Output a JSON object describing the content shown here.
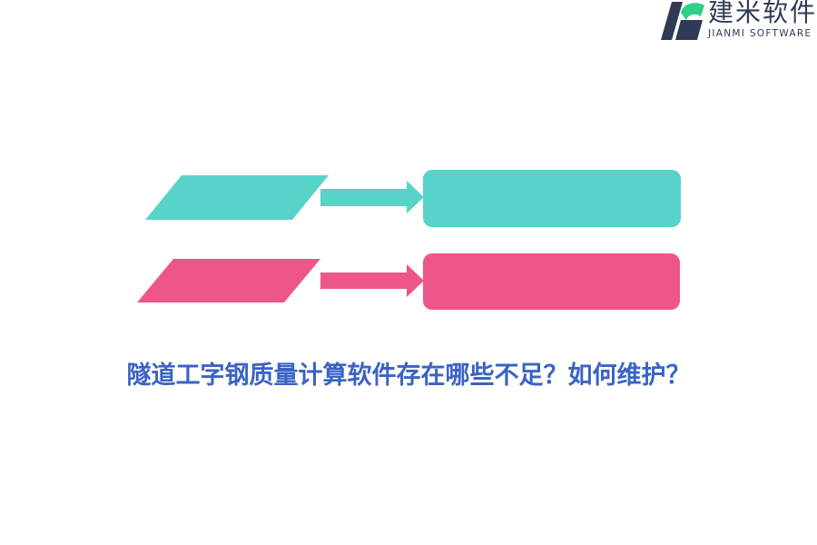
{
  "logo": {
    "name_cn": "建米软件",
    "name_en": "JIANMI SOFTWARE",
    "icon": "jianmi-logo-mark"
  },
  "colors": {
    "teal": "#58d3c9",
    "pink": "#ee5688",
    "caption": "#3a63c4",
    "logo_dark": "#2f3a55",
    "logo_green": "#2fcf88"
  },
  "caption": "隧道工字钢质量计算软件存在哪些不足？如何维护？"
}
